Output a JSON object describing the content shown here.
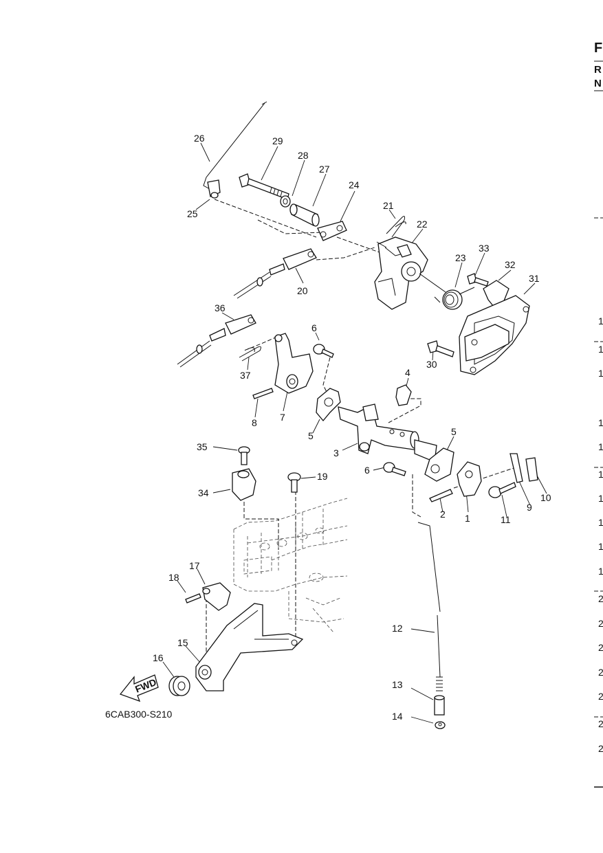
{
  "page": {
    "edge_letters": [
      "F",
      "R",
      "N"
    ],
    "edge_numbers": [
      "1",
      "1",
      "1",
      "1",
      "1",
      "1",
      "1",
      "1",
      "1",
      "1",
      "2",
      "2",
      "2",
      "2",
      "2",
      "2",
      "2"
    ]
  },
  "diagram": {
    "code": "6CAB300-S210",
    "fwd_label": "FWD",
    "callouts": [
      "1",
      "2",
      "3",
      "4",
      "5",
      "5",
      "6",
      "6",
      "7",
      "8",
      "9",
      "10",
      "11",
      "12",
      "13",
      "14",
      "15",
      "16",
      "17",
      "18",
      "19",
      "20",
      "21",
      "22",
      "23",
      "24",
      "25",
      "26",
      "27",
      "28",
      "29",
      "30",
      "31",
      "32",
      "33",
      "34",
      "35",
      "36",
      "37"
    ]
  }
}
